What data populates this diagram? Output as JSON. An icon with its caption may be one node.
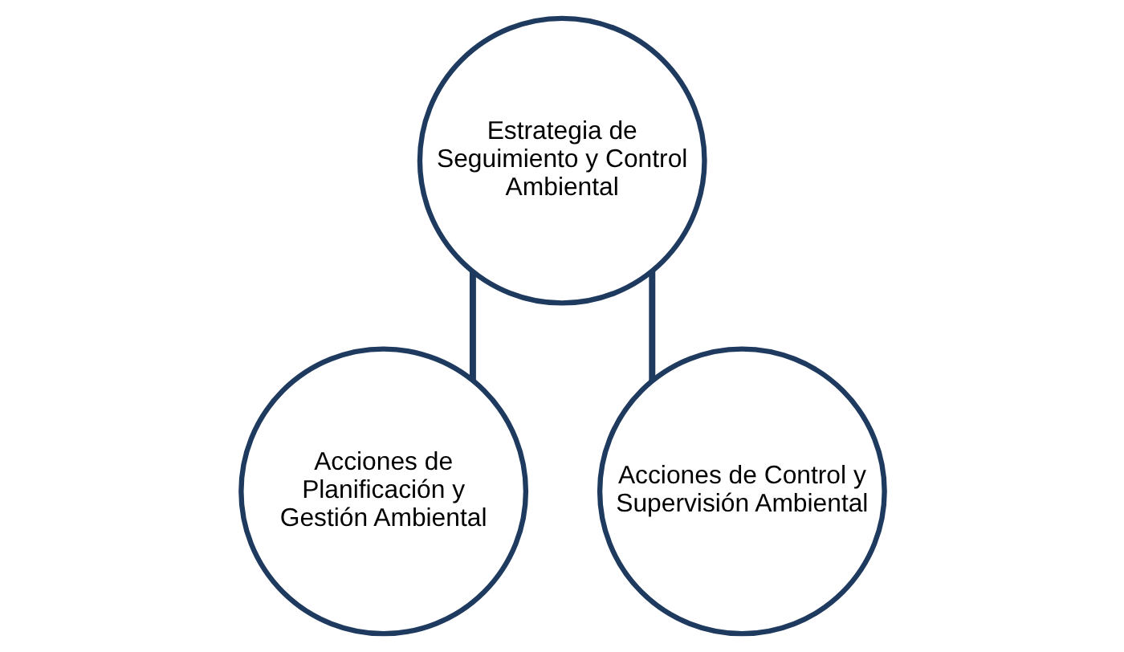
{
  "diagram": {
    "nodes": [
      {
        "text": [
          "Estrategia de Seguimiento y Control Ambiental"
        ]
      },
      {
        "text": [
          "Acciones de Planificación y Gestión Ambiental"
        ]
      },
      {
        "text": [
          "Acciones de Control y Supervisión Ambiental"
        ]
      }
    ],
    "edges": [
      {
        "from": 0,
        "to": 1,
        "arrow": "none"
      },
      {
        "from": 0,
        "to": 2,
        "arrow": "none"
      }
    ]
  }
}
